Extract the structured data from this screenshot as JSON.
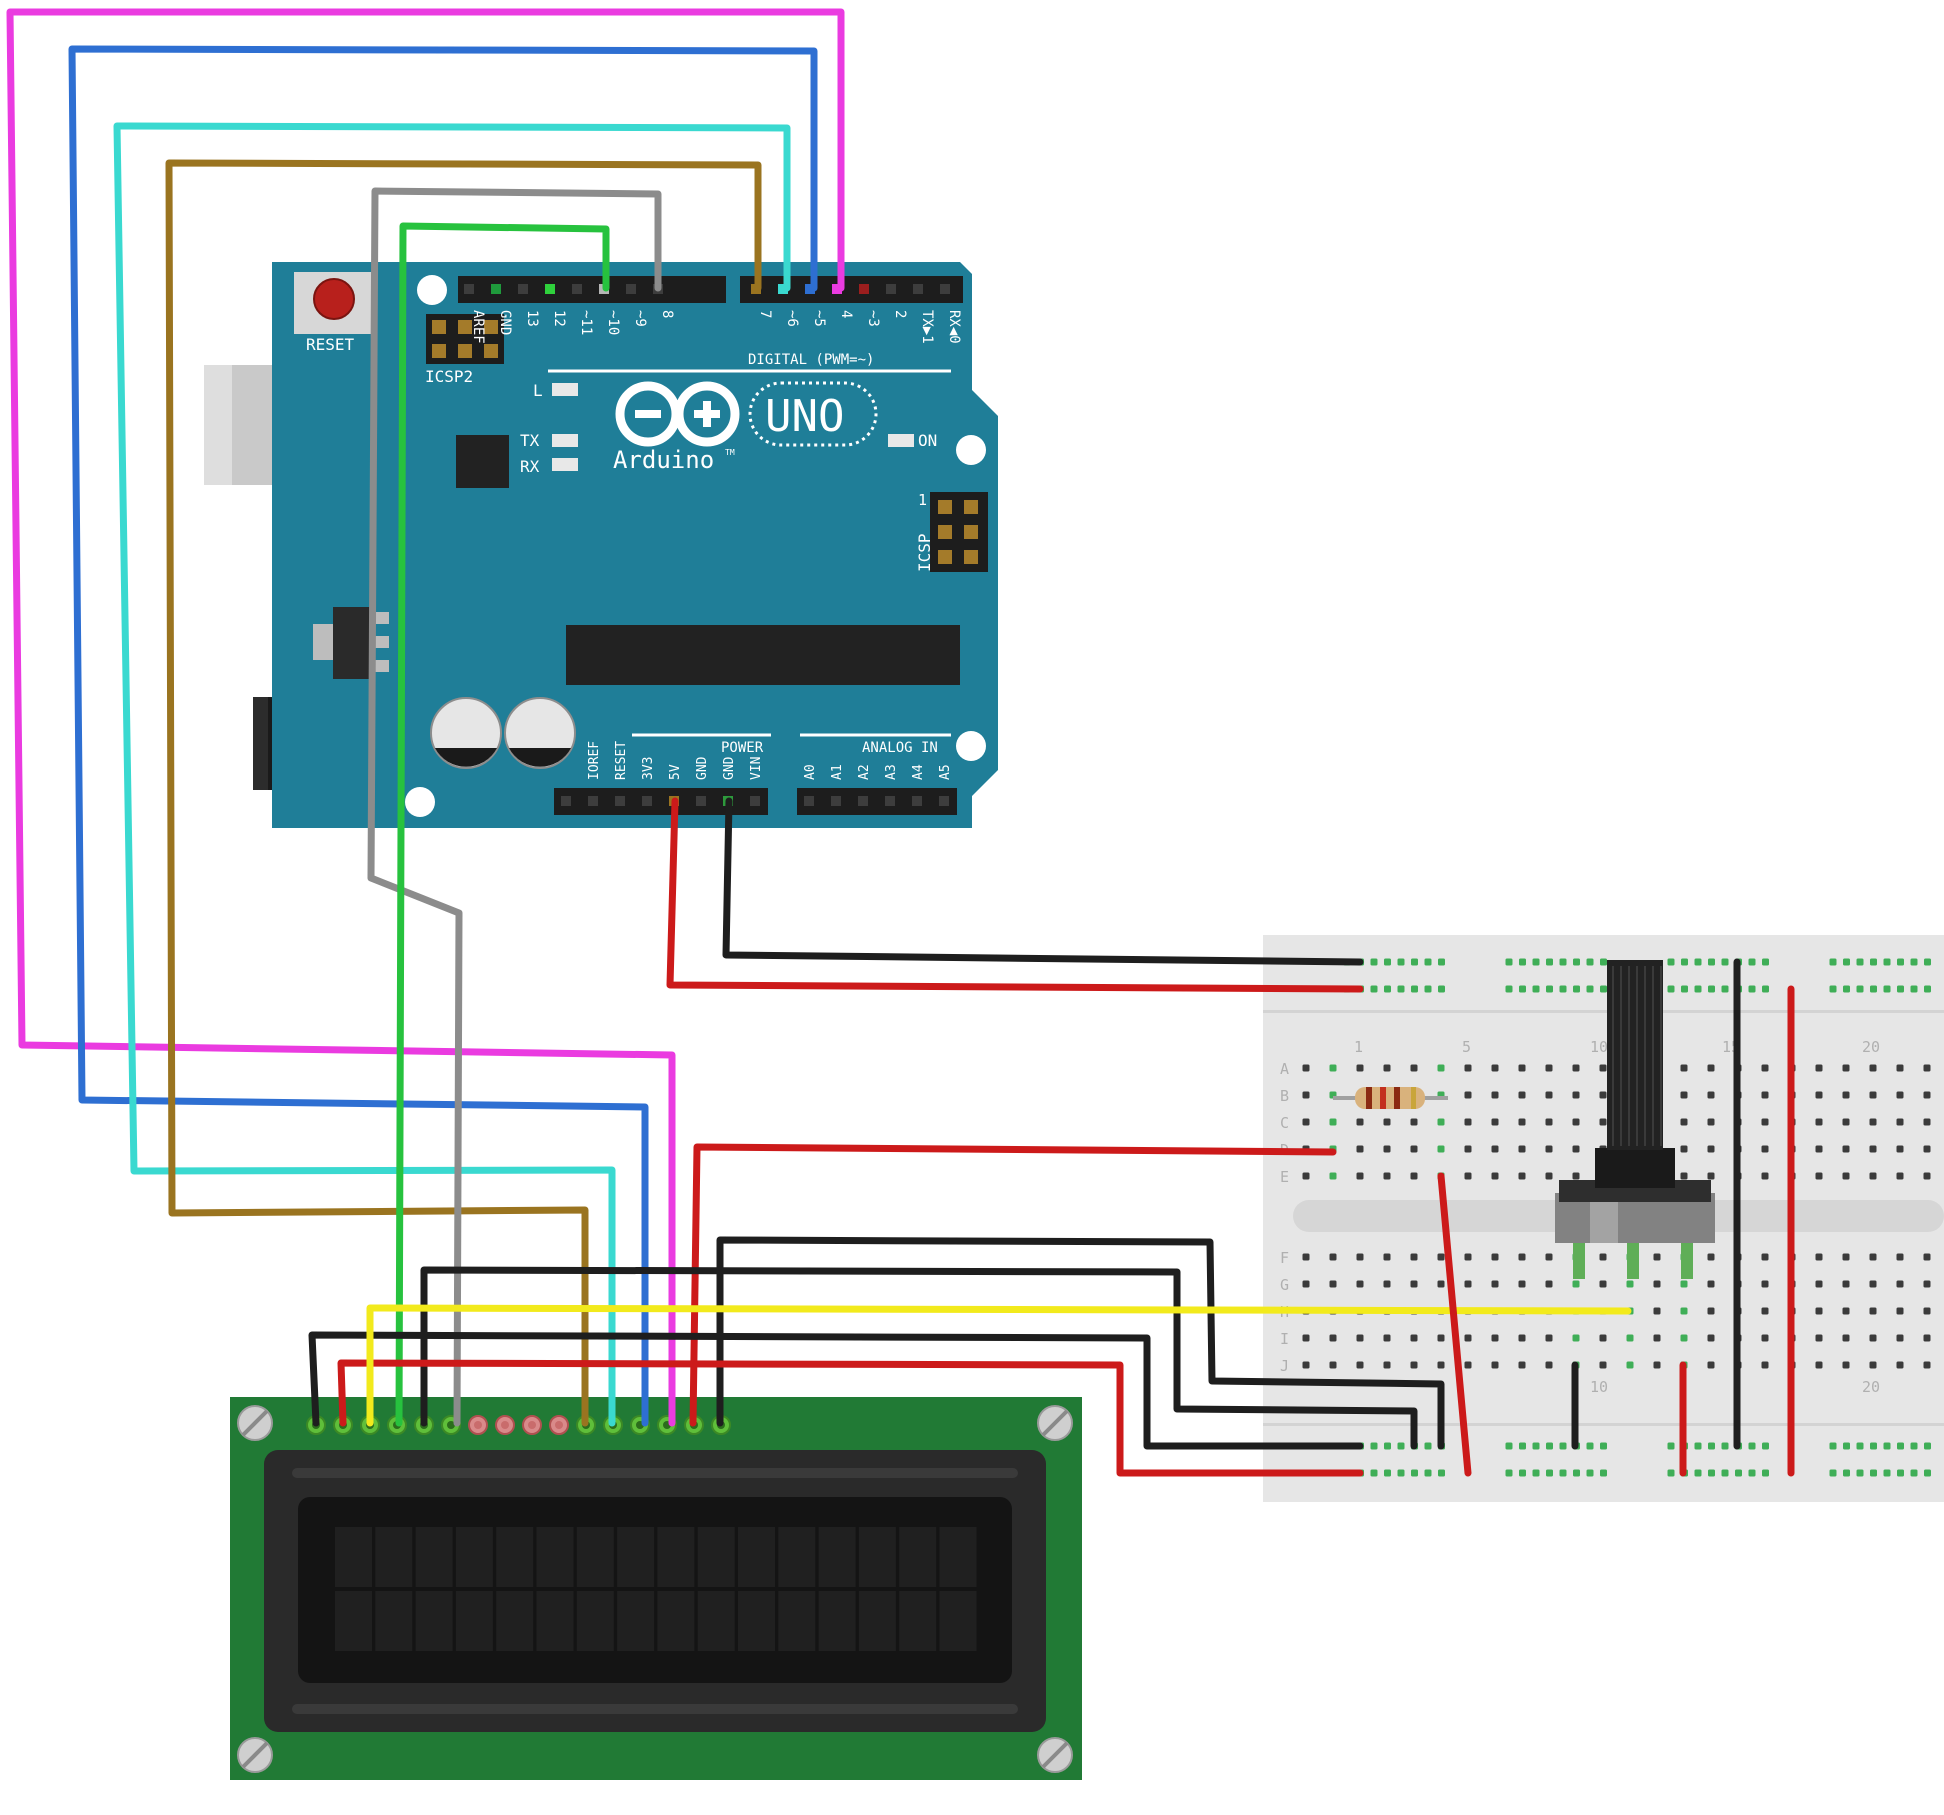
{
  "arduino": {
    "brand": "Arduino",
    "trademark": "TM",
    "model": "UNO",
    "reset_label": "RESET",
    "icsp2_label": "ICSP2",
    "icsp_label": "ICSP",
    "icsp_pin1": "1",
    "digital_label": "DIGITAL (PWM=~)",
    "power_label": "POWER",
    "analog_label": "ANALOG IN",
    "led_l": "L",
    "led_tx": "TX",
    "led_rx": "RX",
    "led_on": "ON",
    "digital_pins": [
      "AREF",
      "GND",
      "13",
      "12",
      "~11",
      "~10",
      "~9",
      "8",
      "7",
      "~6",
      "~5",
      "4",
      "~3",
      "2",
      "TX▶1",
      "RX◀0"
    ],
    "power_pins": [
      "IOREF",
      "RESET",
      "3V3",
      "5V",
      "GND",
      "GND",
      "VIN"
    ],
    "analog_pins": [
      "A0",
      "A1",
      "A2",
      "A3",
      "A4",
      "A5"
    ]
  },
  "breadboard": {
    "row_letters_top": [
      "A",
      "B",
      "C",
      "D",
      "E"
    ],
    "row_letters_bottom": [
      "F",
      "G",
      "H",
      "I",
      "J"
    ],
    "column_numbers_top": [
      "1",
      "5",
      "10",
      "15",
      "20"
    ],
    "column_numbers_bottom": [
      "10",
      "20"
    ]
  },
  "lcd": {
    "pin_count": 16,
    "characters_per_row": 16,
    "rows": 2
  },
  "colors": {
    "board": "#1f7e98",
    "lcd_pcb": "#217a35",
    "breadboard": "#e6e6e6",
    "wire_magenta": "#ea3be0",
    "wire_blue": "#2e6fd2",
    "wire_cyan": "#3ad9d0",
    "wire_brown": "#9a7420",
    "wire_gray": "#8c8c8c",
    "wire_green": "#27c23e",
    "wire_red": "#cc1a1a",
    "wire_black": "#1e1e1e",
    "wire_yellow": "#f2ea1c"
  }
}
